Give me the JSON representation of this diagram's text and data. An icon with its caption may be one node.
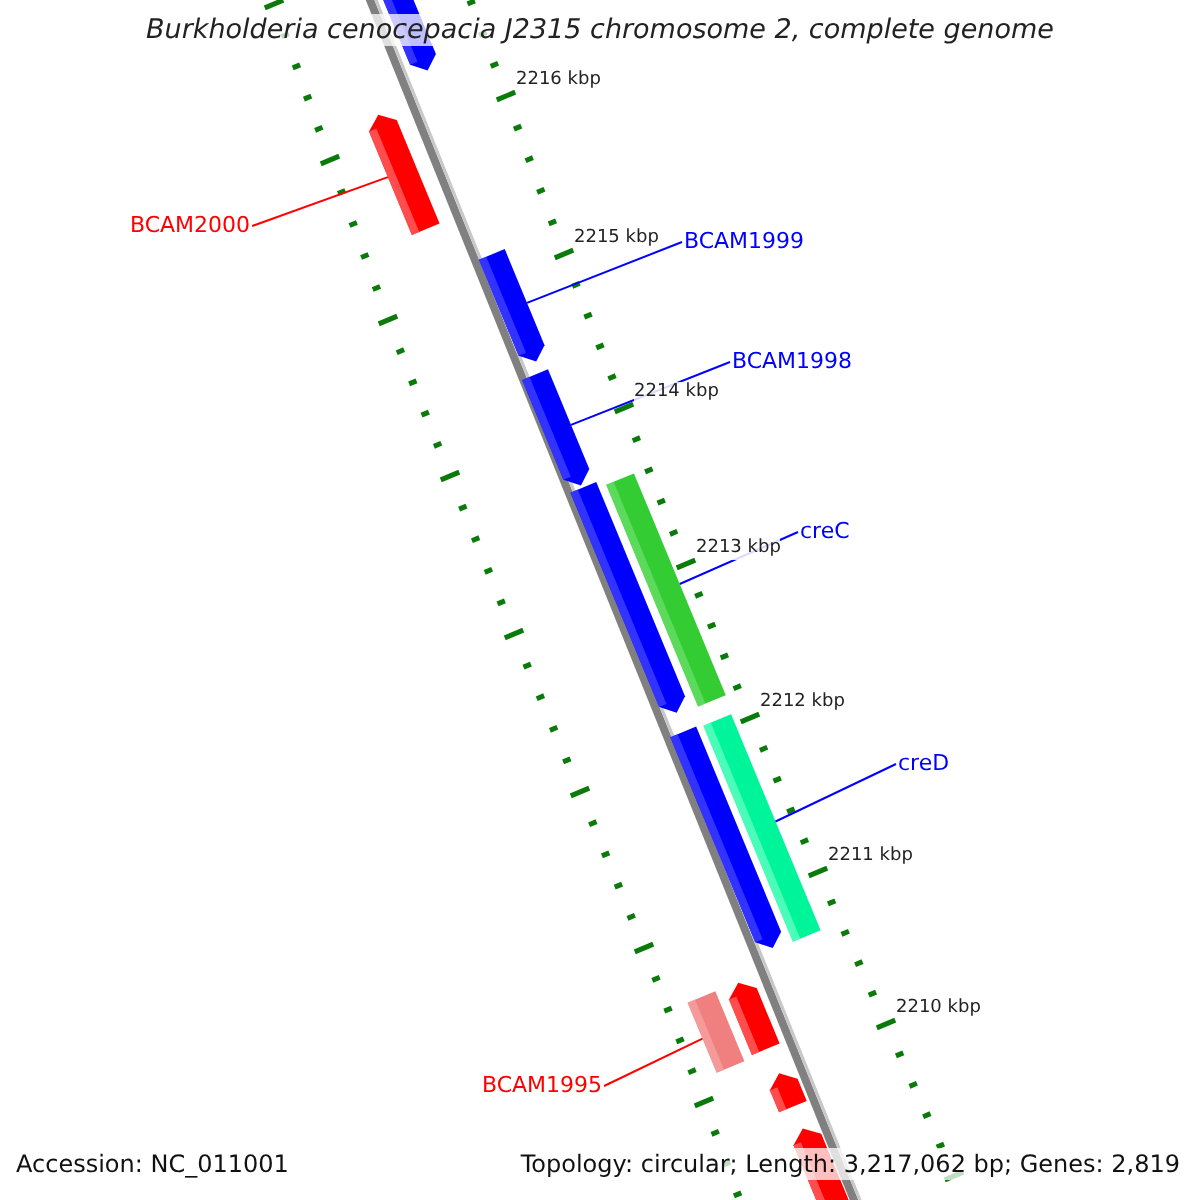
{
  "diagram": {
    "title": "Burkholderia cenocepacia J2315 chromosome 2, complete genome",
    "nodes": [
      {
        "text": [],
        "shape": "arrow"
      },
      {
        "text": [
          "BCAM2000"
        ]
      },
      {
        "text": [],
        "shape": "arrow"
      },
      {
        "text": [
          "BCAM1999"
        ]
      },
      {
        "text": [],
        "shape": "arrow"
      },
      {
        "text": [
          "BCAM1998"
        ]
      },
      {
        "text": [],
        "shape": "arrow"
      },
      {
        "text": [],
        "shape": "arrow"
      },
      {
        "text": [
          "creC"
        ]
      },
      {
        "text": [],
        "shape": "bar"
      },
      {
        "text": [],
        "shape": "arrow"
      },
      {
        "text": [
          "creD"
        ]
      },
      {
        "text": [],
        "shape": "bar"
      },
      {
        "text": [
          "BCAM1995"
        ]
      },
      {
        "text": [],
        "shape": "bar"
      },
      {
        "text": [],
        "shape": "arrow"
      },
      {
        "text": [],
        "shape": "arrow"
      },
      {
        "text": [],
        "shape": "arrow"
      }
    ],
    "edges": [
      {
        "from": 1,
        "to": 2,
        "arrow": "none",
        "color": "#ff0000"
      },
      {
        "from": 3,
        "to": 4,
        "arrow": "none"
      },
      {
        "from": 5,
        "to": 6,
        "arrow": "none"
      },
      {
        "from": 8,
        "to": 9,
        "arrow": "none"
      },
      {
        "from": 11,
        "to": 12,
        "arrow": "none"
      },
      {
        "from": 13,
        "to": 14,
        "arrow": "none",
        "color": "#ff0000"
      }
    ],
    "labels": [
      "2216 kbp",
      "2215 kbp",
      "2214 kbp",
      "2213 kbp",
      "2212 kbp",
      "2211 kbp",
      "2210 kbp",
      "Accession: NC_011001",
      "Topology: circular; Length: 3,217,062 bp; Genes: 2,819"
    ]
  }
}
